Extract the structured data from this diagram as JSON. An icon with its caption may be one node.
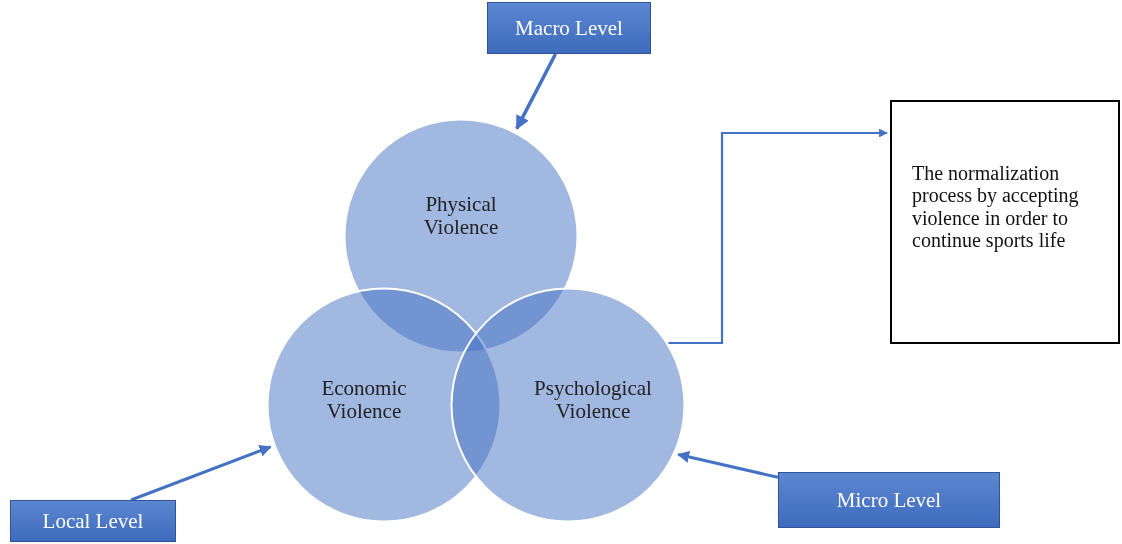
{
  "diagram": {
    "nodes": [
      {
        "text": [
          "Macro Level"
        ]
      },
      {
        "text": [
          "Physical Violence"
        ]
      },
      {
        "text": [
          "The normalization process by accepting violence in order to continue sports life"
        ]
      },
      {
        "text": [
          "Economic Violence"
        ]
      },
      {
        "text": [
          "Psychological Violence"
        ]
      },
      {
        "text": [
          "Local Level"
        ]
      },
      {
        "text": [
          "Micro Level"
        ]
      }
    ],
    "edges": [
      {
        "from": 0,
        "to": 1,
        "arrow": "to"
      },
      {
        "from": 4,
        "to": 2,
        "arrow": "to"
      },
      {
        "from": 5,
        "to": 3,
        "arrow": "to"
      },
      {
        "from": 6,
        "to": 4,
        "arrow": "to"
      }
    ]
  }
}
